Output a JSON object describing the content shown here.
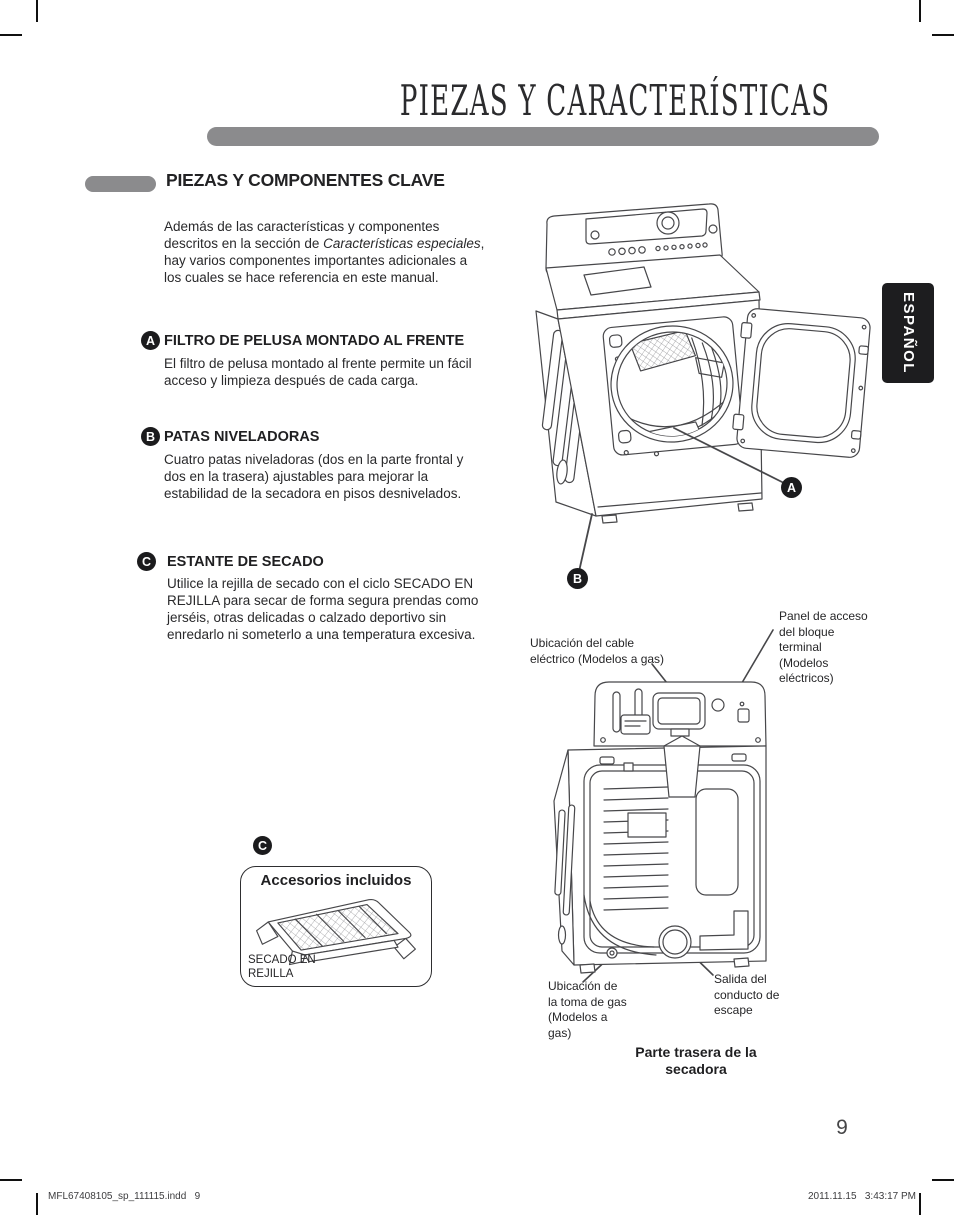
{
  "header": {
    "title": "PIEZAS Y CARACTERÍSTICAS"
  },
  "section": {
    "heading": "PIEZAS Y COMPONENTES CLAVE",
    "intro_part1": "Además de las características y componentes descritos en la sección de ",
    "intro_italic": "Características especiales",
    "intro_part2": ", hay varios componentes importantes adicionales a los cuales se hace referencia en este manual."
  },
  "items": [
    {
      "badge": "A",
      "title": "FILTRO DE PELUSA MONTADO AL FRENTE",
      "body": "El filtro de pelusa montado al frente permite un fácil acceso y limpieza después de cada carga."
    },
    {
      "badge": "B",
      "title": "PATAS NIVELADORAS",
      "body": "Cuatro patas niveladoras (dos en la parte frontal y dos en la trasera) ajustables para mejorar la estabilidad de la secadora en pisos desnivelados."
    },
    {
      "badge": "C",
      "title": "ESTANTE DE SECADO",
      "body": "Utilice la rejilla de secado con el ciclo SECADO EN REJILLA para secar de forma segura prendas como jerséis, otras delicadas o calzado deportivo sin enredarlo ni someterlo a una temperatura excesiva."
    }
  ],
  "language_tab": "ESPAÑOL",
  "front_diagram": {
    "callout_a": "A",
    "callout_b": "B"
  },
  "rear_diagram": {
    "label_power_cord": "Ubicación del cable eléctrico (Modelos a gas)",
    "label_terminal_block": "Panel de acceso del bloque terminal (Modelos eléctricos)",
    "label_gas_inlet": "Ubicación de la toma de gas (Modelos a gas)",
    "label_exhaust": "Salida del conducto de escape",
    "caption": "Parte trasera de la secadora"
  },
  "accessories": {
    "badge": "C",
    "title": "Accesorios incluidos",
    "label": "SECADO EN REJILLA"
  },
  "page_number": "9",
  "footer": {
    "left": "MFL67408105_sp_111115.indd   9",
    "right": "2011.11.15   3:43:17 PM"
  },
  "colors": {
    "bar_gray": "#8b8b8d",
    "ink": "#232325",
    "line": "#47474a",
    "tab_black": "#1d1d1f"
  }
}
